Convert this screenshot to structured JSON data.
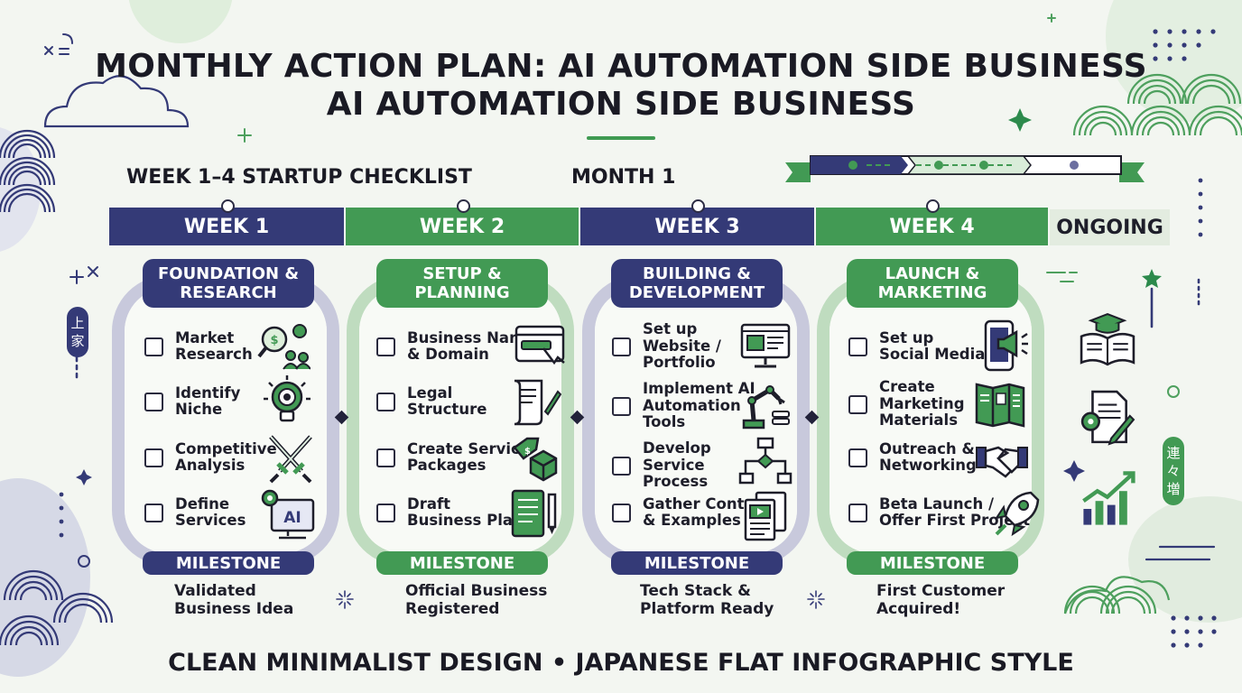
{
  "title_line1": "MONTHLY ACTION PLAN: AI AUTOMATION SIDE BUSINESS",
  "title_line2": "AI AUTOMATION SIDE BUSINESS",
  "checklist_label": "WEEK 1–4 STARTUP CHECKLIST",
  "month_label": "MONTH 1",
  "weeks": [
    {
      "label": "WEEK 1",
      "heading": [
        "FOUNDATION &",
        "RESEARCH"
      ],
      "tasks": [
        {
          "text": [
            "Market",
            "Research"
          ],
          "icon": "magnifier-people-icon"
        },
        {
          "text": [
            "Identify",
            "Niche"
          ],
          "icon": "lightbulb-target-icon"
        },
        {
          "text": [
            "Competitive",
            "Analysis"
          ],
          "icon": "crossed-swords-icon"
        },
        {
          "text": [
            "Define",
            "Services"
          ],
          "icon": "ai-screen-gear-icon"
        }
      ],
      "milestone_label": "MILESTONE",
      "milestone": [
        "Validated",
        "Business Idea"
      ]
    },
    {
      "label": "WEEK 2",
      "heading": [
        "SETUP &",
        "PLANNING"
      ],
      "tasks": [
        {
          "text": [
            "Business Name",
            "& Domain"
          ],
          "icon": "browser-domain-icon"
        },
        {
          "text": [
            "Legal",
            "Structure"
          ],
          "icon": "scroll-pen-icon"
        },
        {
          "text": [
            "Create Service",
            "Packages"
          ],
          "icon": "package-tag-icon"
        },
        {
          "text": [
            "Draft",
            "Business Plan"
          ],
          "icon": "notebook-pen-icon"
        }
      ],
      "milestone_label": "MILESTONE",
      "milestone": [
        "Official Business",
        "Registered"
      ]
    },
    {
      "label": "WEEK 3",
      "heading": [
        "BUILDING &",
        "DEVELOPMENT"
      ],
      "tasks": [
        {
          "text": [
            "Set up",
            "Website /",
            "Portfolio"
          ],
          "icon": "website-monitor-icon"
        },
        {
          "text": [
            "Implement AI",
            "Automation",
            "Tools"
          ],
          "icon": "robot-arm-icon"
        },
        {
          "text": [
            "Develop",
            "Service",
            "Process"
          ],
          "icon": "flowchart-icon"
        },
        {
          "text": [
            "Gather Content",
            "& Examples"
          ],
          "icon": "documents-icon"
        }
      ],
      "milestone_label": "MILESTONE",
      "milestone": [
        "Tech Stack &",
        "Platform Ready"
      ]
    },
    {
      "label": "WEEK 4",
      "heading": [
        "LAUNCH &",
        "MARKETING"
      ],
      "tasks": [
        {
          "text": [
            "Set up",
            "Social Media"
          ],
          "icon": "phone-megaphone-icon"
        },
        {
          "text": [
            "Create",
            "Marketing",
            "Materials"
          ],
          "icon": "brochure-icon"
        },
        {
          "text": [
            "Outreach &",
            "Networking"
          ],
          "icon": "handshake-icon"
        },
        {
          "text": [
            "Beta Launch /",
            "Offer First Project"
          ],
          "icon": "rocket-icon"
        }
      ],
      "milestone_label": "MILESTONE",
      "milestone": [
        "First Customer",
        "Acquired!"
      ]
    }
  ],
  "ongoing_label": "ONGOING",
  "ongoing_icons": [
    "book-graduation-icon",
    "document-gear-pen-icon",
    "growth-chart-icon"
  ],
  "left_vertical_tag": [
    "上",
    "家"
  ],
  "right_vertical_tag": [
    "連",
    "々",
    "増"
  ],
  "footer": "CLEAN MINIMALIST DESIGN • JAPANESE FLAT INFOGRAPHIC STYLE",
  "colors": {
    "navy": "#343a77",
    "green": "#429a54",
    "background": "#f3f6f1"
  }
}
